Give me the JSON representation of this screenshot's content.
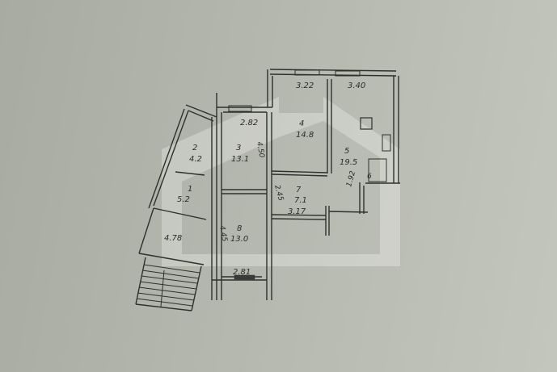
{
  "plan": {
    "type": "apartment floor plan",
    "rooms": [
      {
        "number": "1",
        "area": "5.2"
      },
      {
        "number": "2",
        "area": "4.2"
      },
      {
        "number": "3",
        "area": "13.1"
      },
      {
        "number": "4",
        "area": "14.8"
      },
      {
        "number": "5",
        "area": "19.5"
      },
      {
        "number": "6",
        "area": ""
      },
      {
        "number": "7",
        "area": "7.1"
      },
      {
        "number": "8",
        "area": "13.0"
      }
    ],
    "dimensions": {
      "room3_width": "2.82",
      "room4_width": "3.22",
      "room5_width": "3.40",
      "room7_width": "3.17",
      "room8_width": "2.81",
      "loggia": "4.78",
      "room3_height": "4.50",
      "room7_height": "2.45",
      "room8_height": "4.45",
      "hall_height": "1.92"
    },
    "bath_label": "6"
  },
  "watermark": {
    "shape": "house-outline",
    "color": "#ffffff"
  }
}
